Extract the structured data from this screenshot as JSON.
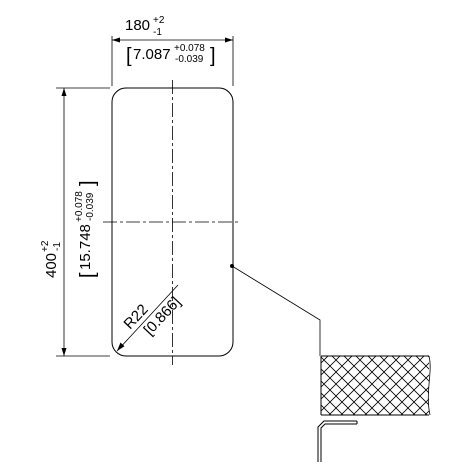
{
  "drawing": {
    "width_dim": {
      "nominal": "180",
      "tol_upper": "+2",
      "tol_lower": "-1",
      "inch_nominal": "7.087",
      "inch_tol_upper": "+0.078",
      "inch_tol_lower": "-0.039"
    },
    "height_dim": {
      "nominal": "400",
      "tol_upper": "+2",
      "tol_lower": "-1",
      "inch_nominal": "15.748",
      "inch_tol_upper": "+0.078",
      "inch_tol_lower": "-0.039"
    },
    "radius_dim": {
      "label": "R22",
      "inch_label": "[0.866]"
    },
    "brackets": {
      "open": "[",
      "close": "]"
    }
  }
}
